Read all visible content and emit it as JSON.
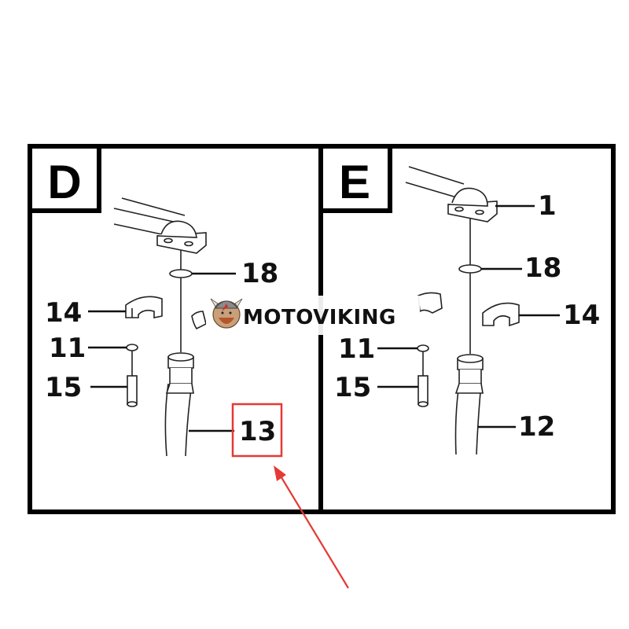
{
  "panels": [
    {
      "letter": "D",
      "labels": {
        "top": "18",
        "clamp": "14",
        "ring": "11",
        "bolt": "15",
        "hose": "13"
      },
      "highlight_color": "#e53935"
    },
    {
      "letter": "E",
      "labels": {
        "bracket": "1",
        "top": "18",
        "clamp": "14",
        "ring": "11",
        "bolt": "15",
        "hose": "12"
      }
    }
  ],
  "watermark": {
    "text": "MOTOVIKING",
    "icon": "viking-mascot-icon"
  },
  "annotation": {
    "arrow_color": "#e53935"
  }
}
